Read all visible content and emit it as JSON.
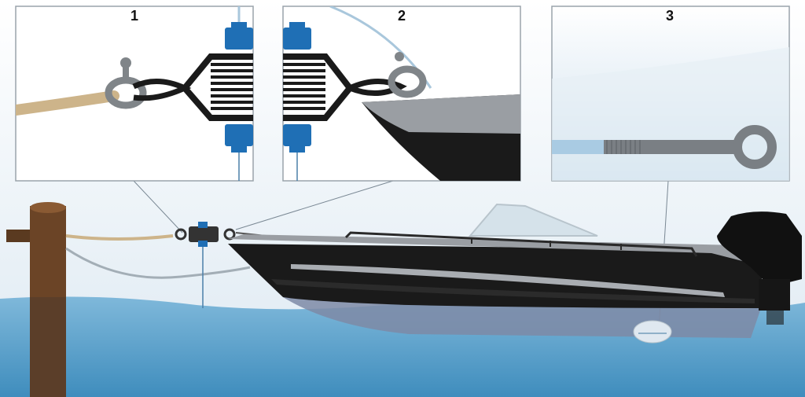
{
  "panels": [
    {
      "number": "1",
      "subject": "rope-to-spring-connection"
    },
    {
      "number": "2",
      "subject": "spring-to-bow-eye-connection"
    },
    {
      "number": "3",
      "subject": "underwater-eye-bolt"
    }
  ],
  "colors": {
    "sky": "#dde9f2",
    "water": "#5ea6cf",
    "water_dark": "#3f8dbd",
    "hull_black": "#1a1a1a",
    "hull_grey": "#9a9ea3",
    "rope": "#cdb48a",
    "spring_blue": "#1f6fb5",
    "post": "#6b4426",
    "panel_border": "#9aa3ab"
  },
  "icons": [
    "mooring-post-icon",
    "rope-icon",
    "spring-connector-icon",
    "boat-icon",
    "outboard-motor-icon",
    "eye-bolt-icon"
  ]
}
